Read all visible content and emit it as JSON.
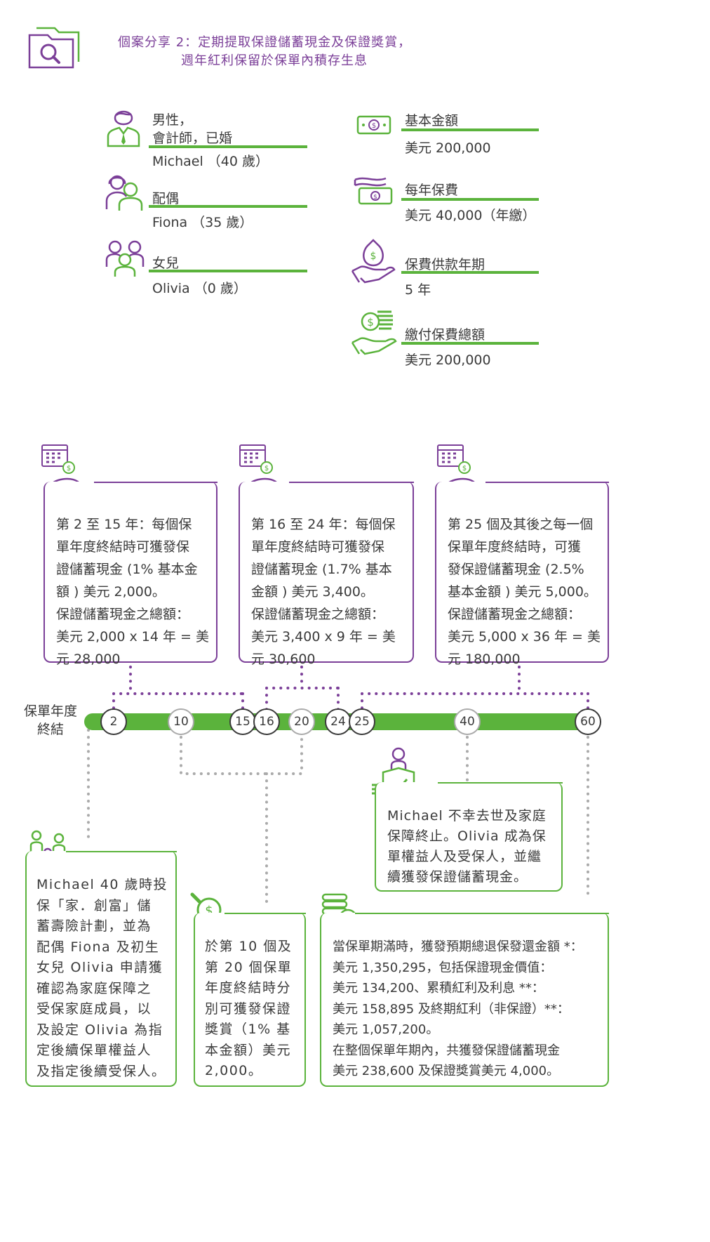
{
  "header": {
    "title_line1": "個案分享 2：定期提取保證儲蓄現金及保證獎賞，",
    "title_line2": "週年紅利保留於保單內積存生息"
  },
  "family": [
    {
      "label_line1": "男性，",
      "label_line2": "會計師，已婚",
      "value": "Michael （40 歲）",
      "icon": "man-icon"
    },
    {
      "label_line1": "配偶",
      "value": "Fiona （35 歲）",
      "icon": "couple-icon"
    },
    {
      "label_line1": "女兒",
      "value": "Olivia （0 歲）",
      "icon": "child-icon"
    }
  ],
  "policy": [
    {
      "label": "基本金額",
      "value": "美元 200,000",
      "icon": "banknote-icon"
    },
    {
      "label": "每年保費",
      "value": "美元 40,000（年繳）",
      "icon": "banknotes-stack-icon"
    },
    {
      "label": "保費供款年期",
      "value": "5 年",
      "icon": "hand-money-bag-icon"
    },
    {
      "label": "繳付保費總額",
      "value": "美元 200,000",
      "icon": "hand-coins-icon"
    }
  ],
  "cash_boxes": [
    {
      "lines": [
        "第 2 至 15 年：每個保",
        "單年度終結時可獲發保",
        "證儲蓄現金 (1% 基本金",
        "額 ) 美元 2,000。",
        "保證儲蓄現金之總額：",
        "美元 2,000 x 14 年 = 美",
        "元 28,000"
      ]
    },
    {
      "lines": [
        "第 16 至 24 年：每個保",
        "單年度終結時可獲發保",
        "證儲蓄現金 (1.7% 基本",
        "金額 ) 美元 3,400。",
        "保證儲蓄現金之總額：",
        "美元 3,400 x 9 年 = 美",
        "元 30,600"
      ]
    },
    {
      "lines": [
        "第 25 個及其後之每一個",
        "保單年度終結時，可獲",
        "發保證儲蓄現金 (2.5%",
        "基本金額 ) 美元 5,000。",
        "保證儲蓄現金之總額：",
        "美元 5,000 x 36 年 = 美",
        "元 180,000"
      ]
    }
  ],
  "timeline": {
    "label_line1": "保單年度",
    "label_line2": "終結",
    "nodes": [
      "2",
      "10",
      "15",
      "16",
      "20",
      "24",
      "25",
      "40",
      "60"
    ]
  },
  "events": {
    "death": [
      "Michael 不幸去世及家庭",
      "保障終止。Olivia 成為保",
      "單權益人及受保人，並繼",
      "續獲發保證儲蓄現金。"
    ],
    "plan": [
      "Michael 40 歲時投",
      "保「家．創富」儲",
      "蓄壽險計劃，並為",
      "配偶 Fiona 及初生",
      "女兒 Olivia 申請獲",
      "確認為家庭保障之",
      "受保家庭成員，以",
      "及設定 Olivia 為指",
      "定後續保單權益人",
      "及指定後續受保人。"
    ],
    "bonus": [
      "於第 10 個及",
      "第 20 個保單",
      "年度終結時分",
      "別可獲發保證",
      "獎賞（1% 基",
      "本金額）美元",
      "2,000。"
    ],
    "maturity": [
      "當保單期滿時，獲發預期總退保發還金額 *：",
      "美元 1,350,295，包括保證現金價值：",
      "美元 134,200、累積紅利及利息 **：",
      "美元 158,895 及終期紅利（非保證）**：",
      "美元 1,057,200。",
      "在整個保單年期內，共獲發保證儲蓄現金",
      "美元 238,600 及保證獎賞美元 4,000。"
    ]
  },
  "colors": {
    "green": "#5bb33c",
    "purple": "#7b3f98",
    "text": "#3a3a3a",
    "grey": "#aaaaaa"
  }
}
